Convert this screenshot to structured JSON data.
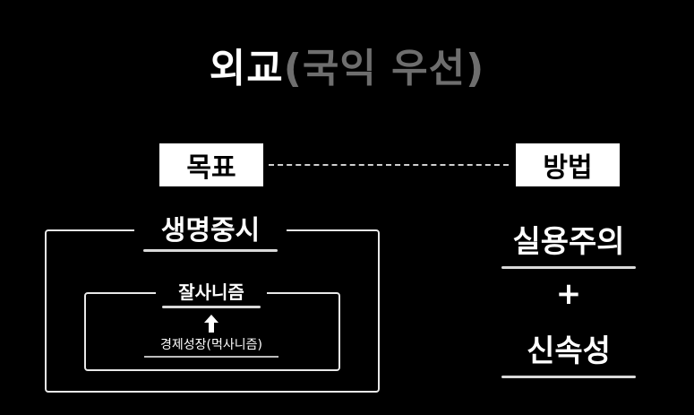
{
  "title": {
    "main": "외교",
    "sub": "(국익 우선)"
  },
  "goal": {
    "tag": "목표",
    "outer_label": "생명중시",
    "inner_label": "잘사니즘",
    "inner_detail": "경제성장(먹사니즘)"
  },
  "method": {
    "tag": "방법",
    "items": [
      "실용주의",
      "신속성"
    ],
    "plus": "+"
  }
}
